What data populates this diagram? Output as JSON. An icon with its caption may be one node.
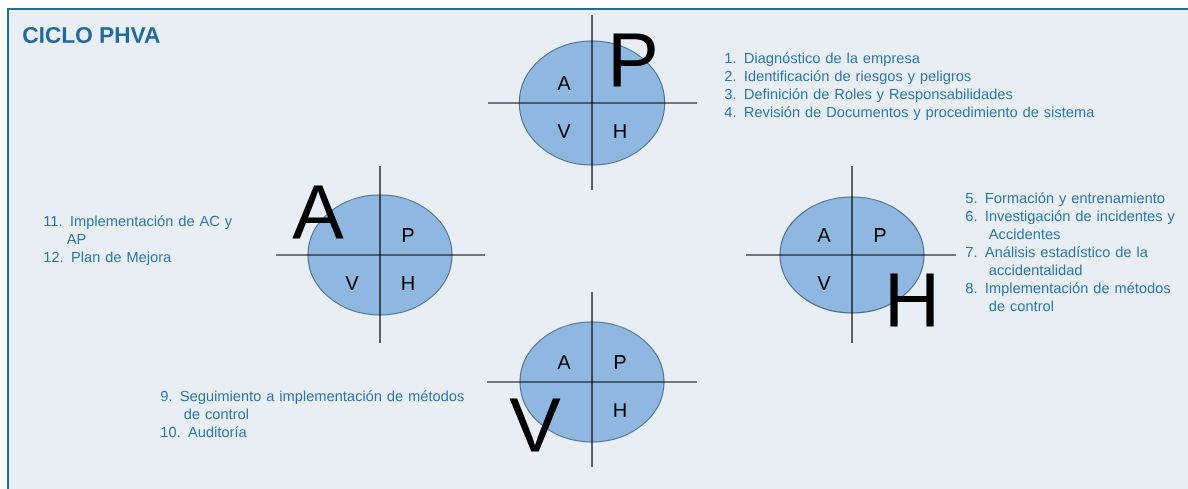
{
  "diagram": {
    "title": "CICLO PHVA",
    "nodes": [
      {
        "text": [
          "A",
          "P",
          "V",
          "H"
        ],
        "beside": [
          "1. Diagnóstico de la empresa",
          "2. Identificación de riesgos y peligros",
          "3. Definición de Roles y Responsabilidades",
          "4. Revisión de Documentos y procedimiento de sistema"
        ]
      },
      {
        "text": [
          "A",
          "P",
          "V",
          "H"
        ],
        "beside": [
          "11. Implementación de AC y AP",
          "12. Plan de Mejora"
        ]
      },
      {
        "text": [
          "A",
          "P",
          "V",
          "H"
        ],
        "beside": [
          "5. Formación y entrenamiento",
          "6. Investigación de incidentes y Accidentes",
          "7. Análisis estadístico de la accidentalidad",
          "8. Implementación de métodos de control"
        ]
      },
      {
        "text": [
          "A",
          "P",
          "V",
          "H"
        ],
        "beside": [
          "9. Seguimiento a implementación de métodos de control",
          "10. Auditoría"
        ]
      }
    ]
  }
}
